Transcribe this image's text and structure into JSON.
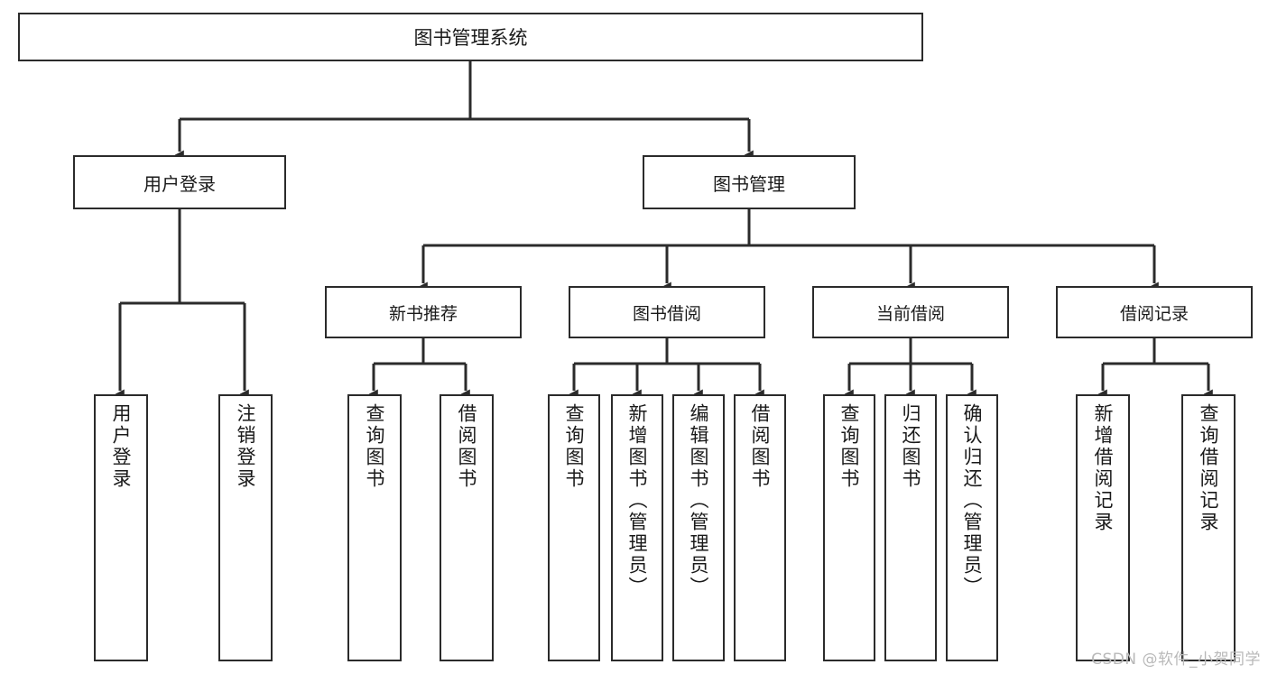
{
  "diagram": {
    "type": "tree",
    "title": "图书管理系统",
    "orientation": "top-down",
    "colors": {
      "box_border": "#2b2b2b",
      "box_fill": "#ffffff",
      "line": "#2b2b2b",
      "text": "#1a1a1a",
      "watermark": "#b9b9b9"
    }
  },
  "root": {
    "label": "图书管理系统"
  },
  "level2": [
    {
      "label": "用户登录"
    },
    {
      "label": "图书管理"
    }
  ],
  "level3": [
    {
      "label": "新书推荐"
    },
    {
      "label": "图书借阅"
    },
    {
      "label": "当前借阅"
    },
    {
      "label": "借阅记录"
    }
  ],
  "leaves": {
    "user_login": [
      {
        "label": "用户登录"
      },
      {
        "label": "注销登录"
      }
    ],
    "new_book_recommend": [
      {
        "label": "查询图书"
      },
      {
        "label": "借阅图书"
      }
    ],
    "book_borrow": [
      {
        "label": "查询图书"
      },
      {
        "label": "新增图书（管理员）"
      },
      {
        "label": "编辑图书（管理员）"
      },
      {
        "label": "借阅图书"
      }
    ],
    "current_borrow": [
      {
        "label": "查询图书"
      },
      {
        "label": "归还图书"
      },
      {
        "label": "确认归还（管理员）"
      }
    ],
    "borrow_records": [
      {
        "label": "新增借阅记录"
      },
      {
        "label": "查询借阅记录"
      }
    ]
  },
  "watermark": {
    "text": "CSDN @软件_小贺同学"
  }
}
